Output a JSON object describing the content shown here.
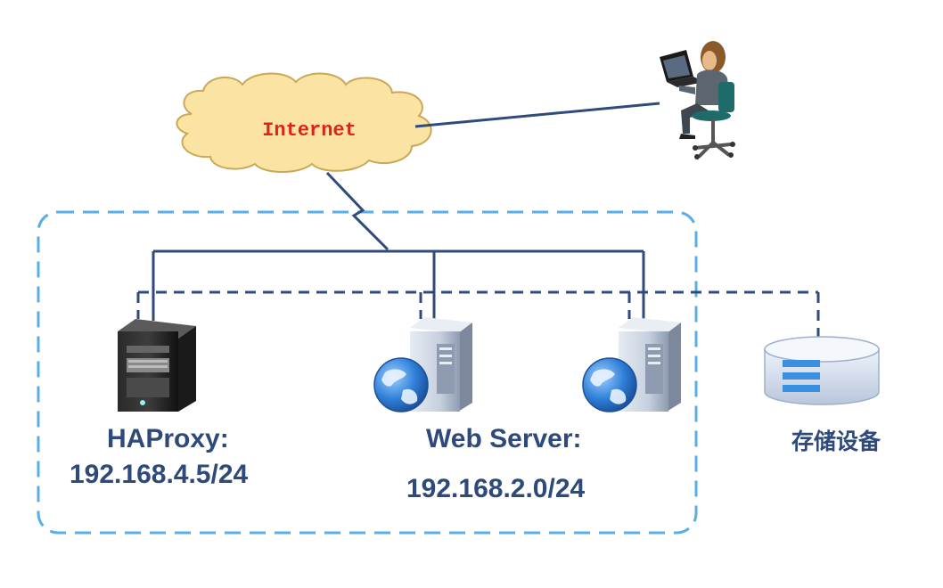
{
  "internet": {
    "label": "Internet"
  },
  "haproxy": {
    "name": "HAProxy:",
    "ip": "192.168.4.5/24"
  },
  "webserver": {
    "name": "Web Server:",
    "ip": "192.168.2.0/24"
  },
  "storage": {
    "name": "存储设备"
  },
  "colors": {
    "line": "#2f4b7c",
    "dashed_box": "#5aaee6",
    "cloud_fill": "#fbe3a3",
    "cloud_stroke": "#c9a957",
    "internet_text": "#e0201b",
    "label_text": "#2e4a7a"
  }
}
